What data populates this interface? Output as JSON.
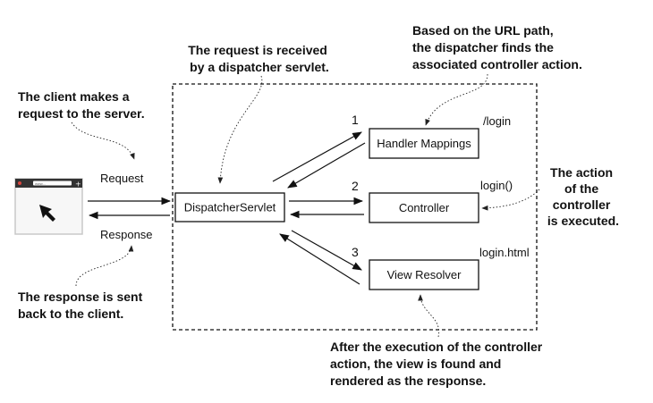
{
  "boxes": {
    "dispatcher": "DispatcherServlet",
    "handler_mappings": "Handler Mappings",
    "controller": "Controller",
    "view_resolver": "View Resolver"
  },
  "labels": {
    "request": "Request",
    "response": "Response",
    "step1": "1",
    "step2": "2",
    "step3": "3",
    "path": "/login",
    "method": "login()",
    "view": "login.html"
  },
  "annotations": {
    "client_request": [
      "The client makes a",
      "request to the server."
    ],
    "received": [
      "The request is received",
      "by a dispatcher servlet."
    ],
    "url_path": [
      "Based on the URL path,",
      "the dispatcher finds the",
      "associated controller action."
    ],
    "action": [
      "The action",
      "of the",
      "controller",
      "is executed."
    ],
    "response_sent": [
      "The response is sent",
      "back to the client."
    ],
    "rendered": [
      "After the execution of the controller",
      "action, the view is found and",
      "rendered as the response."
    ]
  },
  "browser": {
    "address_text": "www..."
  },
  "colors": {
    "stroke": "#111111",
    "browser_frame": "#c8c8c8",
    "browser_bar": "#333333",
    "close_dot": "#d9463e"
  }
}
